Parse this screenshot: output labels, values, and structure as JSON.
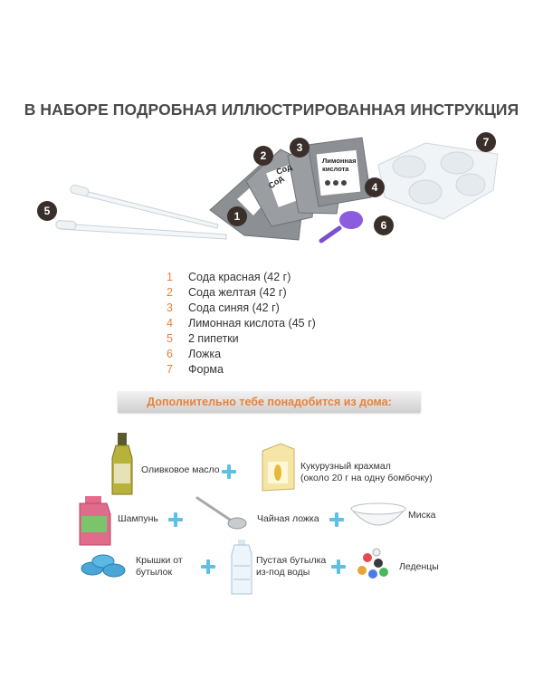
{
  "title": "В НАБОРЕ ПОДРОБНАЯ ИЛЛЮСТРИРОВАННАЯ ИНСТРУКЦИЯ",
  "packet_text": {
    "packet1": "Сод",
    "packet2": "Сод",
    "packet3_line1": "Лимонная",
    "packet3_line2": "кислота"
  },
  "badges": [
    "1",
    "2",
    "3",
    "4",
    "5",
    "6",
    "7"
  ],
  "contents": [
    {
      "num": "1",
      "label": "Сода красная (42 г)"
    },
    {
      "num": "2",
      "label": "Сода желтая (42 г)"
    },
    {
      "num": "3",
      "label": "Сода синяя (42 г)"
    },
    {
      "num": "4",
      "label": "Лимонная кислота (45 г)"
    },
    {
      "num": "5",
      "label": "2 пипетки"
    },
    {
      "num": "6",
      "label": "Ложка"
    },
    {
      "num": "7",
      "label": "Форма"
    }
  ],
  "extra_heading": "Дополнительно тебе понадобится из дома:",
  "home_items": {
    "olive_oil": "Оливковое масло",
    "starch_line1": "Кукурузный крахмал",
    "starch_line2": "(около 20 г на одну бомбочку)",
    "shampoo": "Шампунь",
    "teaspoon": "Чайная ложка",
    "bowl": "Миска",
    "caps_line1": "Крышки от",
    "caps_line2": "бутылок",
    "bottle_line1": "Пустая бутылка",
    "bottle_line2": "из-под воды",
    "candy": "Леденцы"
  },
  "colors": {
    "accent_orange": "#e8823a",
    "plus_blue": "#5fc0e6",
    "badge_dark": "#3a2f2a",
    "packet_gray": "#8c8f93"
  }
}
